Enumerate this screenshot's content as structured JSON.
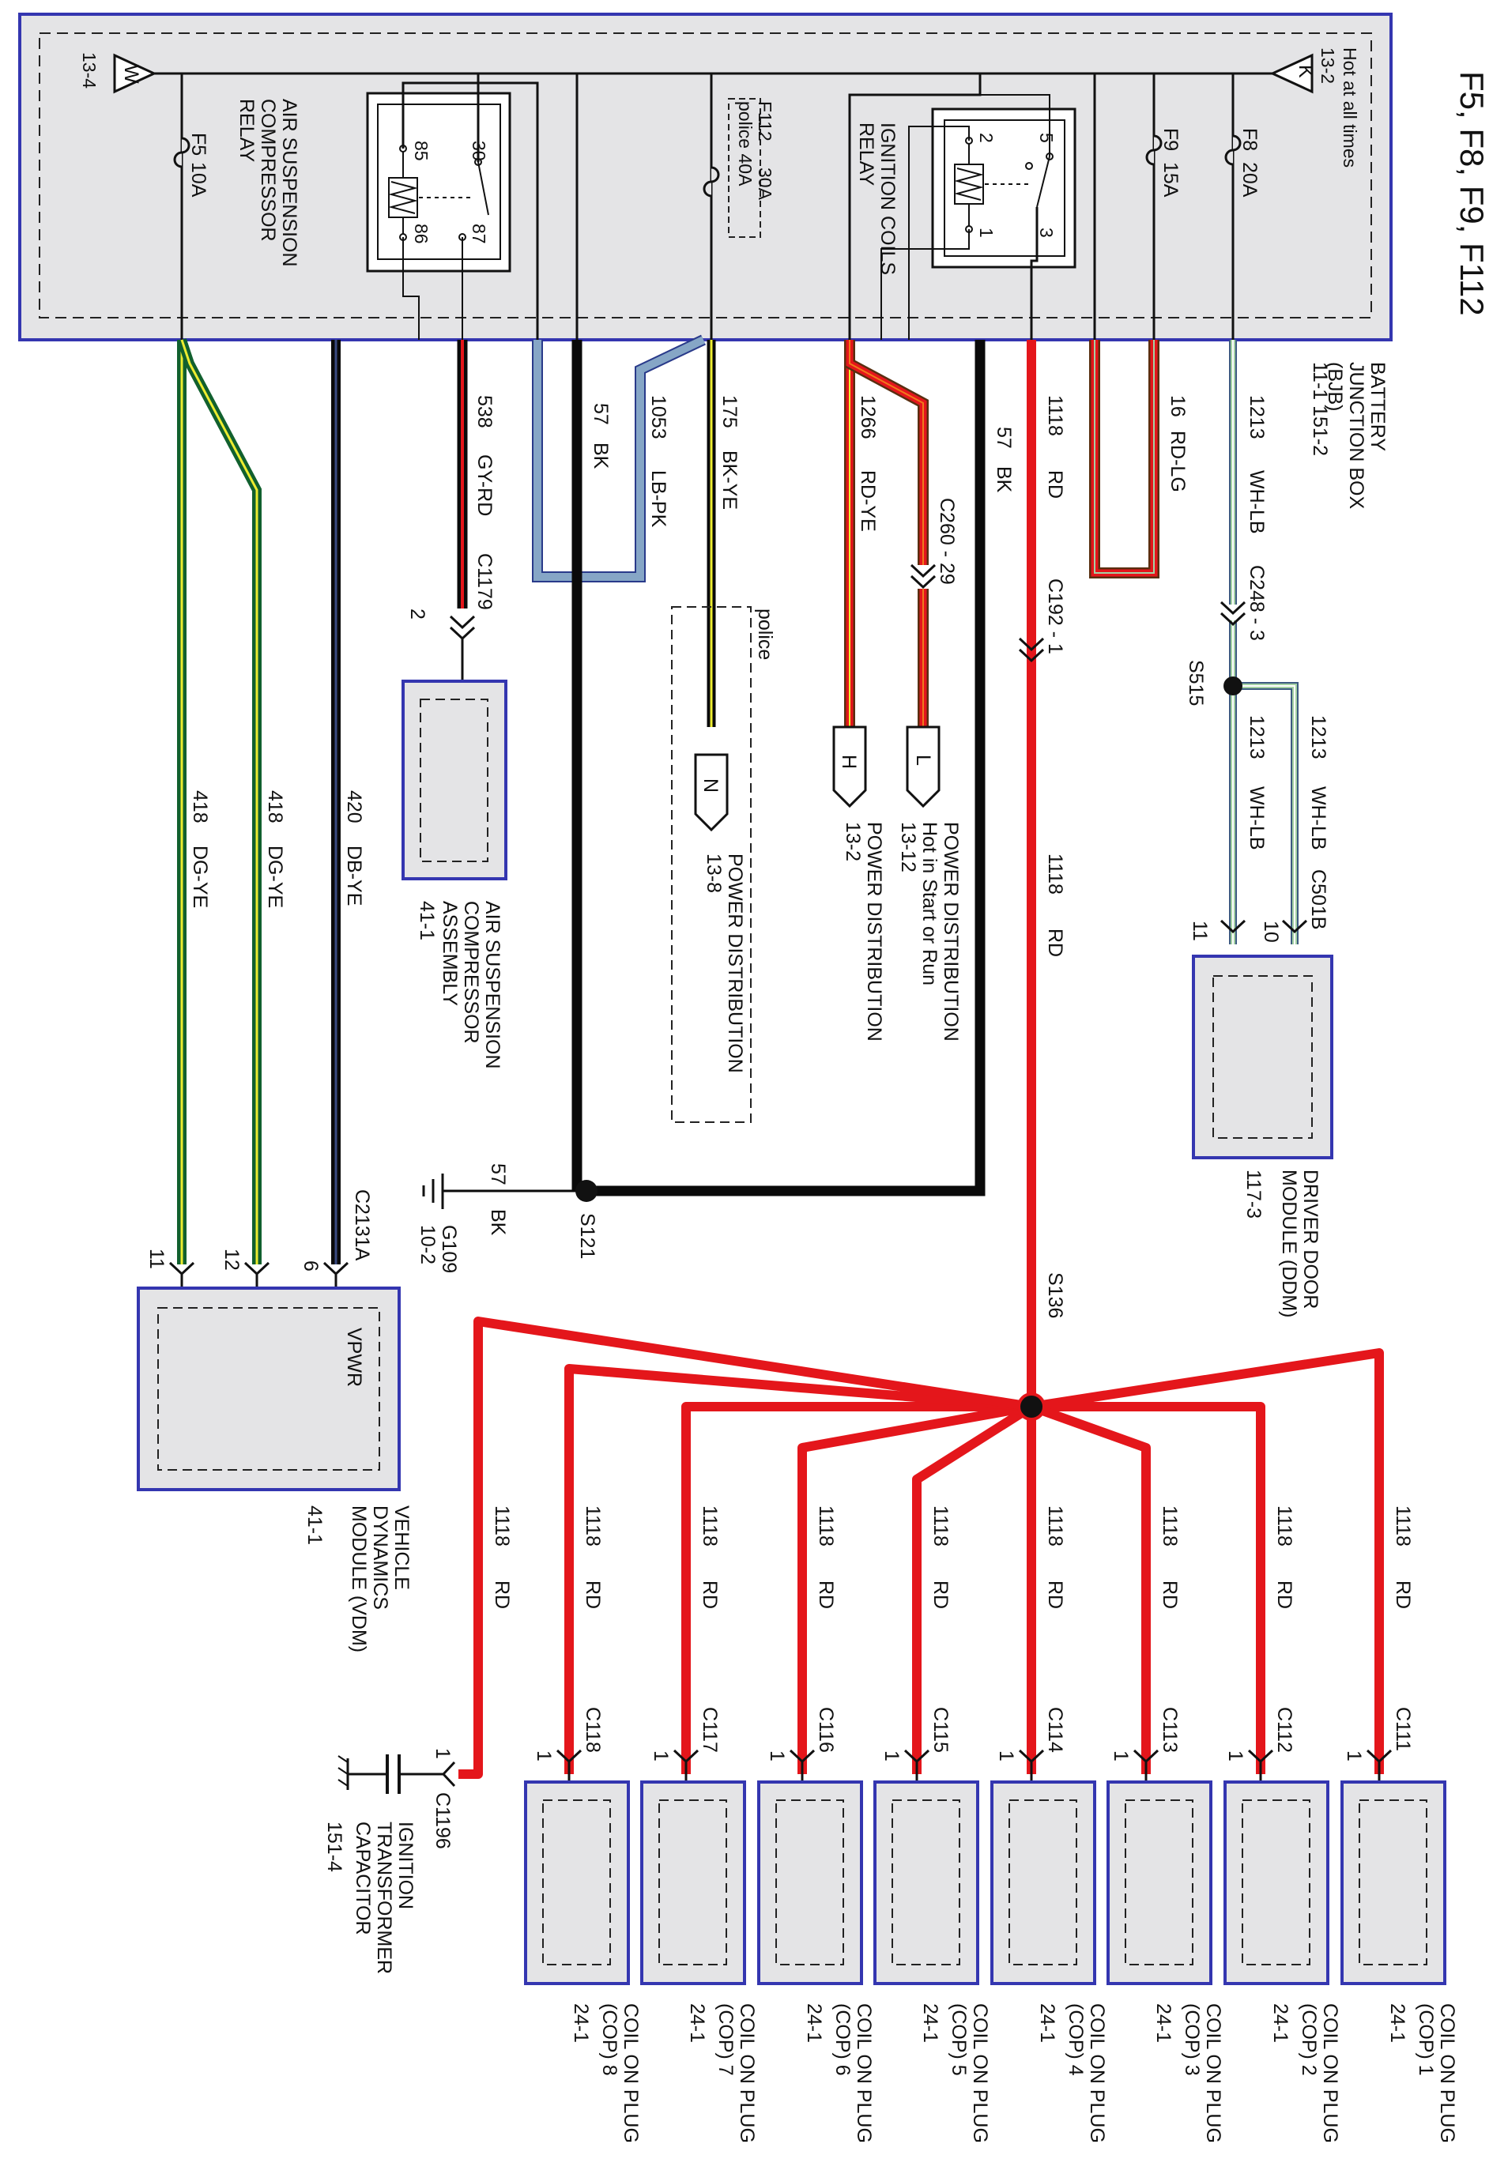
{
  "page_title": "F5, F8, F9, F112",
  "colors": {
    "red": "#e4161b",
    "black": "#0a0a0a",
    "box_fill": "#e4e4e6",
    "box_border": "#3436b0",
    "light_blue": "#86a6c6",
    "dark_blue": "#293a8a",
    "light_green": "#a4d1a4",
    "yellow": "#ecec30",
    "dark_green": "#11602e",
    "orange": "#f07a1b",
    "white": "#ffffff"
  },
  "bjb": {
    "name": "BATTERY JUNCTION BOX (BJB)",
    "refs": "11-1    151-2",
    "hot_at_all_times": "Hot at all times",
    "k_ref": "13-2",
    "k_letter": "K",
    "w_ref": "13-4",
    "w_letter": "W",
    "fuses": [
      {
        "id": "F5",
        "rating": "10A"
      },
      {
        "id": "F112",
        "rating": "30A",
        "alt": "police 40A"
      },
      {
        "id": "F9",
        "rating": "15A"
      },
      {
        "id": "F8",
        "rating": "20A"
      }
    ],
    "air_relay": {
      "name": "AIR SUSPENSION COMPRESSOR RELAY",
      "pins": [
        "85",
        "86",
        "30",
        "87"
      ]
    },
    "ignition_relay": {
      "name": "IGNITION COILS RELAY",
      "pins": [
        "2",
        "1",
        "5",
        "3"
      ]
    }
  },
  "wires": {
    "w1213": {
      "circuit": "1213",
      "color": "WH-LB"
    },
    "w16": {
      "circuit": "16",
      "color": "RD-LG"
    },
    "w1118": {
      "circuit": "1118",
      "color": "RD"
    },
    "w57": {
      "circuit": "57",
      "color": "BK"
    },
    "w1266": {
      "circuit": "1266",
      "color": "RD-YE"
    },
    "w175": {
      "circuit": "175",
      "color": "BK-YE"
    },
    "w1053": {
      "circuit": "1053",
      "color": "LB-PK"
    },
    "w538": {
      "circuit": "538",
      "color": "GY-RD"
    },
    "w420": {
      "circuit": "420",
      "color": "DB-YE"
    },
    "w418": {
      "circuit": "418",
      "color": "DG-YE"
    }
  },
  "connectors": {
    "c248": "C248 - 3",
    "s515": "S515",
    "c501b": "C501B",
    "c192": "C192 - 1",
    "c260": "C260 - 29",
    "c1179": "C1179",
    "c1179_pin": "2",
    "s121": "S121",
    "s136": "S136",
    "g109": "G109",
    "g109_ref": "10-2",
    "w57_short": "57",
    "w57_color": "BK",
    "c2131a": "C2131A",
    "c1196": "C1196",
    "c1196_pin": "1"
  },
  "ddm": {
    "name": "DRIVER DOOR MODULE (DDM)",
    "ref": "117-3",
    "pin_a": "10",
    "pin_b": "11"
  },
  "air_comp": {
    "name": "AIR SUSPENSION COMPRESSOR ASSEMBLY",
    "ref": "41-1"
  },
  "police_label": "police",
  "pd_l": {
    "letter": "L",
    "label": "POWER DISTRIBUTION",
    "sub": "Hot in Start or Run",
    "ref": "13-12"
  },
  "pd_h": {
    "letter": "H",
    "label": "POWER DISTRIBUTION",
    "ref": "13-2"
  },
  "pd_n": {
    "letter": "N",
    "label": "POWER DISTRIBUTION",
    "ref": "13-8"
  },
  "vdm": {
    "name": "VEHICLE DYNAMICS MODULE (VDM)",
    "ref": "41-1",
    "inner": "VPWR",
    "pins": [
      "11",
      "12",
      "6"
    ]
  },
  "capacitor": {
    "name": "IGNITION TRANSFORMER CAPACITOR",
    "ref": "151-4"
  },
  "coils": [
    {
      "conn": "C111",
      "pin": "1",
      "name": "COIL ON PLUG (COP) 1",
      "ref": "24-1"
    },
    {
      "conn": "C112",
      "pin": "1",
      "name": "COIL ON PLUG (COP) 2",
      "ref": "24-1"
    },
    {
      "conn": "C113",
      "pin": "1",
      "name": "COIL ON PLUG (COP) 3",
      "ref": "24-1"
    },
    {
      "conn": "C114",
      "pin": "1",
      "name": "COIL ON PLUG (COP) 4",
      "ref": "24-1"
    },
    {
      "conn": "C115",
      "pin": "1",
      "name": "COIL ON PLUG (COP) 5",
      "ref": "24-1"
    },
    {
      "conn": "C116",
      "pin": "1",
      "name": "COIL ON PLUG (COP) 6",
      "ref": "24-1"
    },
    {
      "conn": "C117",
      "pin": "1",
      "name": "COIL ON PLUG (COP) 7",
      "ref": "24-1"
    },
    {
      "conn": "C118",
      "pin": "1",
      "name": "COIL ON PLUG (COP) 8",
      "ref": "24-1"
    }
  ]
}
